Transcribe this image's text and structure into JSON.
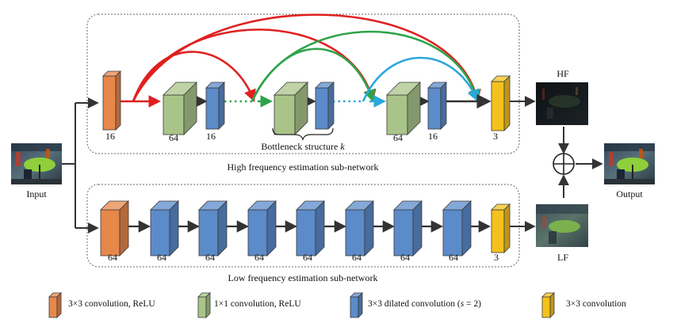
{
  "labels": {
    "input": "Input",
    "output": "Output",
    "hf": "HF",
    "lf": "LF",
    "high_subnet": "High frequency estimation sub-network",
    "low_subnet": "Low frequency estimation sub-network",
    "bottleneck_prefix": "Bottleneck structure ",
    "bottleneck_var": "k"
  },
  "high_branch": {
    "channels": [
      "16",
      "64",
      "16",
      "64",
      "16",
      "3"
    ]
  },
  "low_branch": {
    "channels": [
      "64",
      "64",
      "64",
      "64",
      "64",
      "64",
      "64",
      "64",
      "3"
    ]
  },
  "legend": {
    "conv3_relu": "3×3 convolution, ReLU",
    "conv1_relu": "1×1 convolution, ReLU",
    "dilated_prefix": "3×3 dilated convolution (",
    "dilated_var": "s",
    "dilated_suffix": " = 2)",
    "conv3": "3×3 convolution"
  },
  "colors": {
    "orange": "#e8874a",
    "green": "#a9c489",
    "blue": "#5b8bc9",
    "yellow": "#f4c21d",
    "skip_red": "#e02020",
    "skip_green": "#2fa34a",
    "skip_cyan": "#2aa7d9",
    "arrow": "#333333"
  }
}
